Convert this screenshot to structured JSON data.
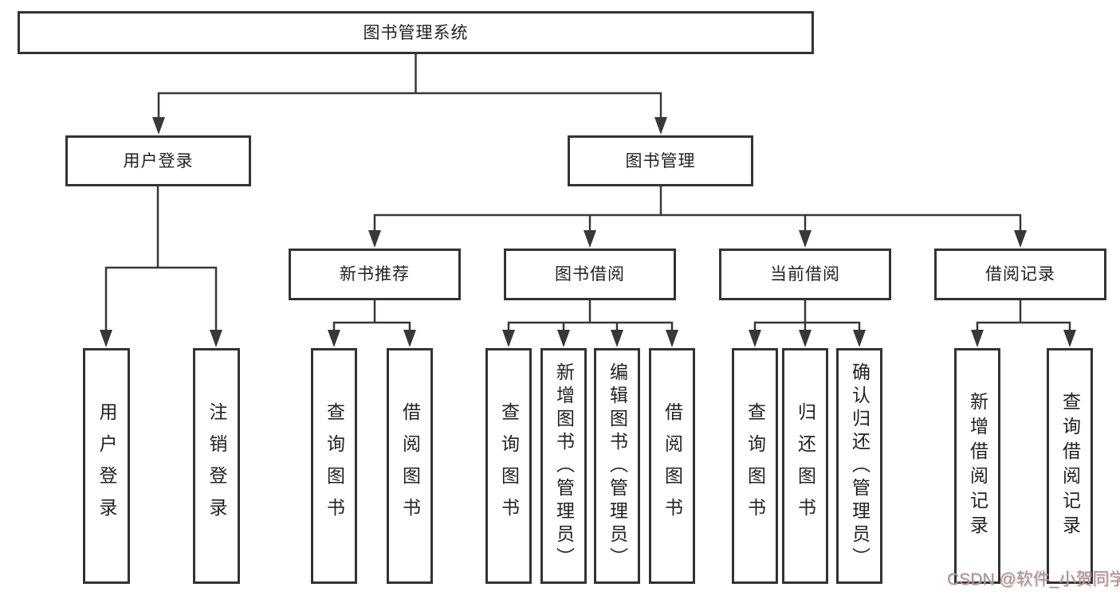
{
  "tree": {
    "label": "图书管理系统",
    "children": [
      {
        "label": "用户登录",
        "children": [
          {
            "label": "用户登录"
          },
          {
            "label": "注销登录"
          }
        ]
      },
      {
        "label": "图书管理",
        "children": [
          {
            "label": "新书推荐",
            "children": [
              {
                "label": "查询图书"
              },
              {
                "label": "借阅图书"
              }
            ]
          },
          {
            "label": "图书借阅",
            "children": [
              {
                "label": "查询图书"
              },
              {
                "label": "新增图书（管理员）"
              },
              {
                "label": "编辑图书（管理员）"
              },
              {
                "label": "借阅图书"
              }
            ]
          },
          {
            "label": "当前借阅",
            "children": [
              {
                "label": "查询图书"
              },
              {
                "label": "归还图书"
              },
              {
                "label": "确认归还（管理员）"
              }
            ]
          },
          {
            "label": "借阅记录",
            "children": [
              {
                "label": "新增借阅记录"
              },
              {
                "label": "查询借阅记录"
              }
            ]
          }
        ]
      }
    ]
  },
  "watermark": {
    "text": "CSDN @软件_小贺同学"
  },
  "colors": {
    "line": "#383838",
    "box_border": "#333333",
    "text": "#222222",
    "background": "#ffffff",
    "watermark": "#9b9b9b"
  }
}
